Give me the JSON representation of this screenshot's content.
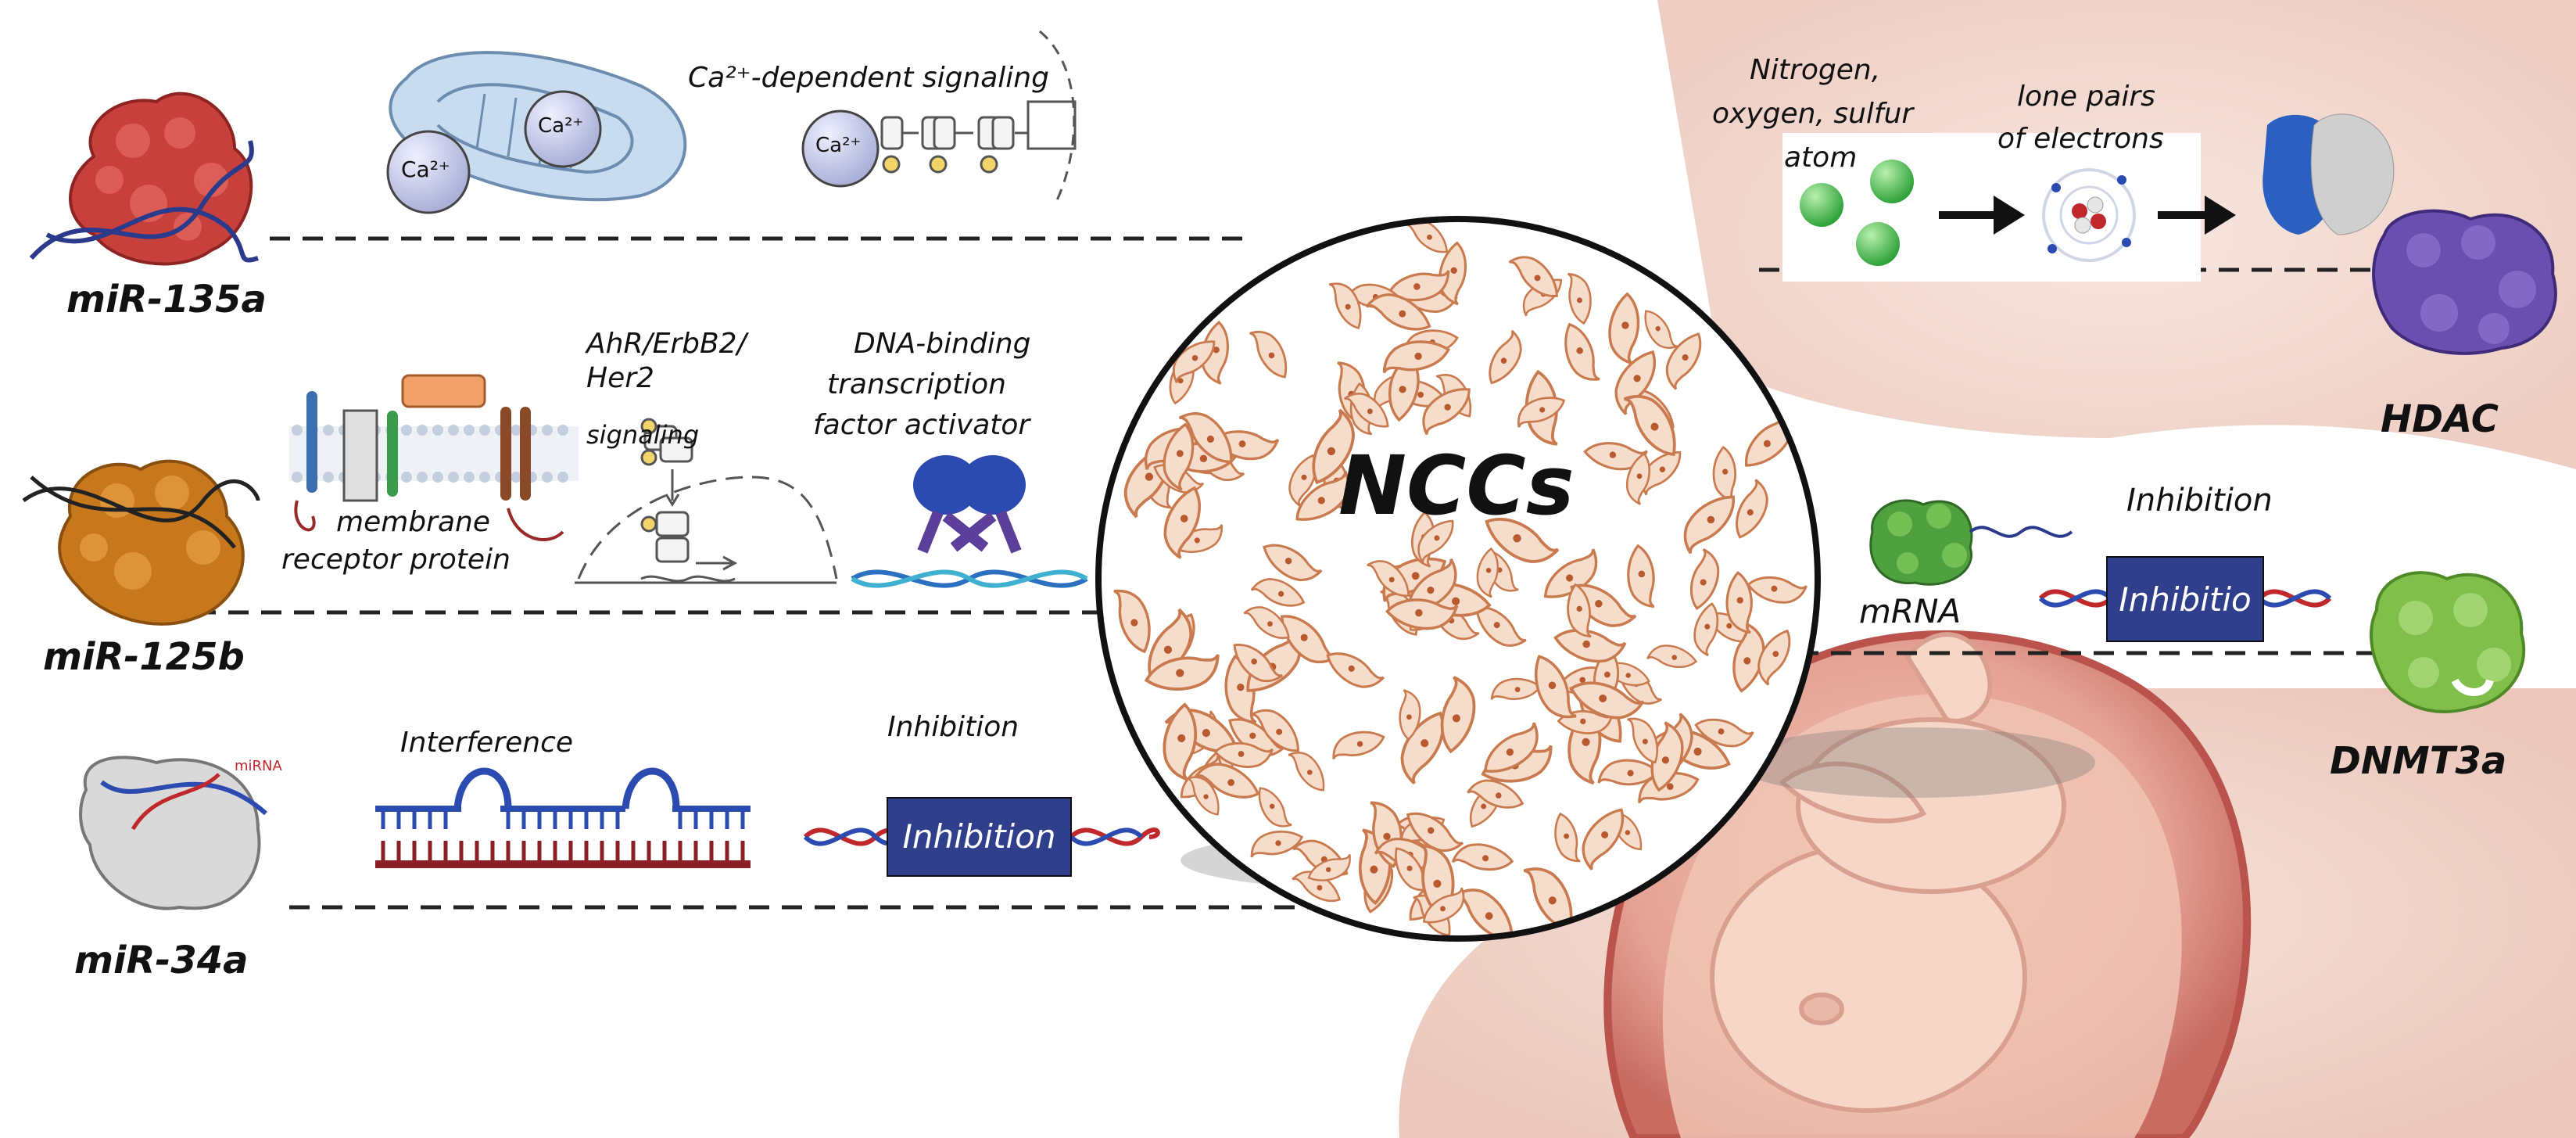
{
  "center": {
    "label": "NCCs"
  },
  "mirnas": {
    "mir135a": "miR-135a",
    "mir125b": "miR-125b",
    "mir34a": "miR-34a",
    "mirna_small": "miRNA"
  },
  "pathways": {
    "ca_signaling": "Ca²⁺-dependent signaling",
    "ca_ion": "Ca²⁺",
    "ahr_line1": "AhR/ErbB2/",
    "ahr_line2": "Her2",
    "ahr_line3": "signaling",
    "membrane_line1": "membrane",
    "membrane_line2": "receptor protein",
    "dna_line1": "DNA-binding",
    "dna_line2": "transcription",
    "dna_line3": "factor activator",
    "interference": "Interference",
    "inhibition_label_left": "Inhibition",
    "inhibition_box_left": "Inhibition"
  },
  "right_side": {
    "atoms_line1": "Nitrogen,",
    "atoms_line2": "oxygen, sulfur",
    "atoms_line3": "atom",
    "lone_line1": "lone pairs",
    "lone_line2": "of electrons",
    "hdac": "HDAC",
    "mrna": "mRNA",
    "inhibition_label_right": "Inhibition",
    "inhibition_box_right": "Inhibitio",
    "dnmt3a": "DNMT3a"
  },
  "colors": {
    "mir135a_protein": "#c8403c",
    "mir125b_protein": "#c8781c",
    "hdac_protein": "#6a4fb0",
    "dnmt3a_protein": "#7fbf4a",
    "inhibition_box": "#2f3f8c",
    "cell_fill": "#f6dccb",
    "cell_outline": "#c97b4f",
    "nucleus": "#b85a2e",
    "uterus": "#d9958c",
    "skin": "#f4dcd3"
  }
}
